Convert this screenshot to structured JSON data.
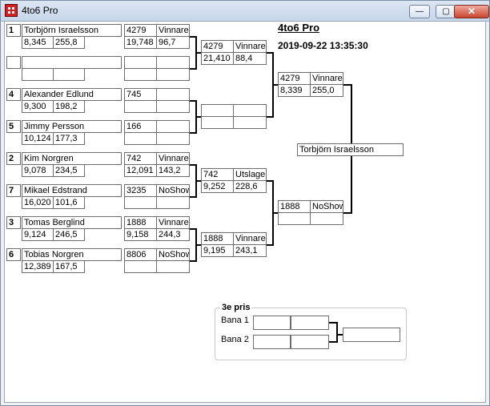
{
  "window": {
    "title": "4to6 Pro",
    "minimize": "—",
    "maximize": "▢",
    "close": "✕"
  },
  "header": {
    "title": "4to6 Pro",
    "datetime": "2019-09-22 13:35:30"
  },
  "round1": [
    {
      "seed": "1",
      "name": "Torbjörn Israelsson",
      "score": "8,345",
      "avg": "255,8"
    },
    {
      "seed": "",
      "name": "",
      "score": "",
      "avg": ""
    },
    {
      "seed": "4",
      "name": "Alexander Edlund",
      "score": "9,300",
      "avg": "198,2"
    },
    {
      "seed": "5",
      "name": "Jimmy Persson",
      "score": "10,124",
      "avg": "177,3"
    },
    {
      "seed": "2",
      "name": "Kim Norgren",
      "score": "9,078",
      "avg": "234,5"
    },
    {
      "seed": "7",
      "name": "Mikael Edstrand",
      "score": "16,020",
      "avg": "101,6"
    },
    {
      "seed": "3",
      "name": "Tomas Berglind",
      "score": "9,124",
      "avg": "246,5"
    },
    {
      "seed": "6",
      "name": "Tobias Norgren",
      "score": "12,389",
      "avg": "167,5"
    }
  ],
  "round1_results": [
    {
      "id": "4279",
      "status": "Vinnare",
      "score": "19,748",
      "avg": "96,7"
    },
    {
      "id": "",
      "status": "",
      "score": "",
      "avg": ""
    },
    {
      "id": "745",
      "status": "",
      "score": "",
      "avg": ""
    },
    {
      "id": "166",
      "status": "",
      "score": "",
      "avg": ""
    },
    {
      "id": "742",
      "status": "Vinnare",
      "score": "12,091",
      "avg": "143,2"
    },
    {
      "id": "3235",
      "status": "NoShow",
      "score": "",
      "avg": ""
    },
    {
      "id": "1888",
      "status": "Vinnare",
      "score": "9,158",
      "avg": "244,3"
    },
    {
      "id": "8806",
      "status": "NoShow",
      "score": "",
      "avg": ""
    }
  ],
  "round2": [
    {
      "id": "4279",
      "status": "Vinnare",
      "score": "21,410",
      "avg": "88,4"
    },
    {
      "id": "",
      "status": "",
      "score": "",
      "avg": ""
    },
    {
      "id": "742",
      "status": "Utslagen",
      "score": "9,252",
      "avg": "228,6"
    },
    {
      "id": "1888",
      "status": "Vinnare",
      "score": "9,195",
      "avg": "243,1"
    }
  ],
  "semis": [
    {
      "id": "4279",
      "status": "Vinnare",
      "score": "8,339",
      "avg": "255,0"
    },
    {
      "id": "1888",
      "status": "NoShow",
      "score": "",
      "avg": ""
    }
  ],
  "winner": "Torbjörn Israelsson",
  "third_prize": {
    "legend": "3e pris",
    "lane1": "Bana 1",
    "lane2": "Bana 2"
  }
}
